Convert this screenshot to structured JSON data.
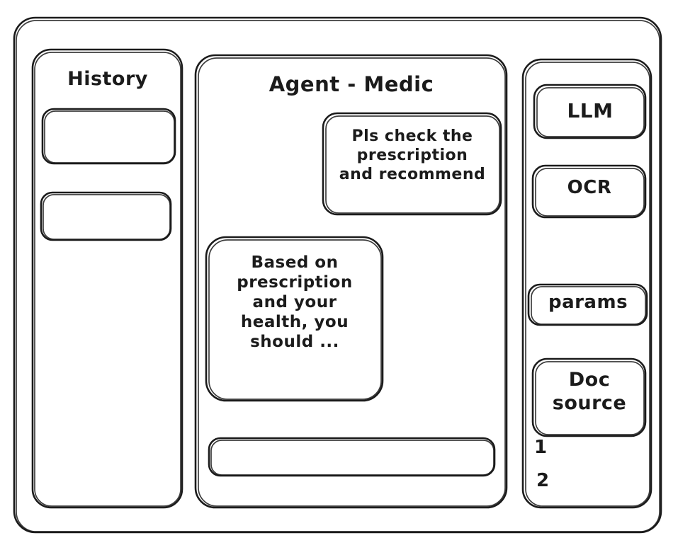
{
  "app": {
    "frame_name": "app-window",
    "stroke_color": "#1b1b1b",
    "background_color": "#ffffff",
    "style": "hand-drawn wireframe"
  },
  "sidebar": {
    "title": "History",
    "items": [
      {
        "label": "",
        "name": "history-item-1"
      },
      {
        "label": "",
        "name": "history-item-2"
      }
    ]
  },
  "main": {
    "title": "Agent - Medic",
    "messages": [
      {
        "role": "user",
        "text": "Pls check the\nprescription\nand recommend",
        "align": "right"
      },
      {
        "role": "agent",
        "text": "Based on\nprescription\nand your\nhealth, you\nshould ...",
        "align": "left"
      }
    ],
    "composer": {
      "value": "",
      "placeholder": ""
    }
  },
  "tools": {
    "items": [
      {
        "label": "LLM",
        "name": "tool-llm"
      },
      {
        "label": "OCR",
        "name": "tool-ocr"
      },
      {
        "label": "params",
        "name": "tool-params"
      },
      {
        "label": "Doc\nsource",
        "name": "tool-doc-source"
      }
    ],
    "doc_sources": [
      {
        "number": "1"
      },
      {
        "number": "2"
      }
    ]
  }
}
